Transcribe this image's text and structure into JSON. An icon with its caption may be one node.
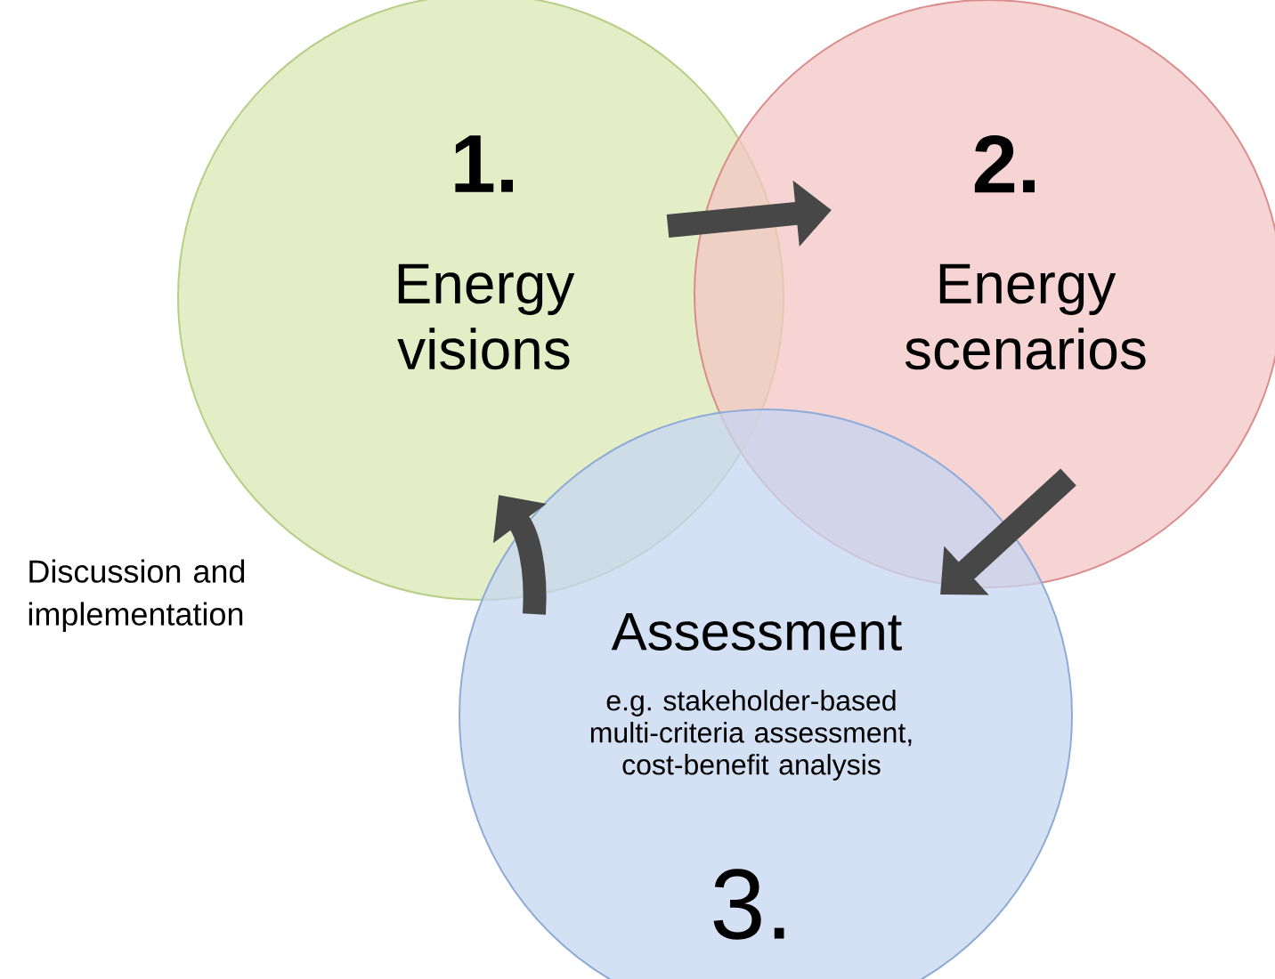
{
  "diagram": {
    "nodes": [
      {
        "text": [
          "1.",
          "Energy visions"
        ]
      },
      {
        "text": [
          "2.",
          "Energy scenarios"
        ]
      },
      {
        "text": [
          "Assessment",
          "e.g. stakeholder-based multi-criteria assessment, cost-benefit analysis",
          "3."
        ]
      }
    ],
    "edges": [
      {
        "from": 0,
        "to": 1,
        "arrow": "to"
      },
      {
        "from": 1,
        "to": 2,
        "arrow": "to"
      },
      {
        "from": 2,
        "to": 0,
        "arrow": "to"
      }
    ],
    "labels": [
      "Discussion and implementation"
    ]
  }
}
